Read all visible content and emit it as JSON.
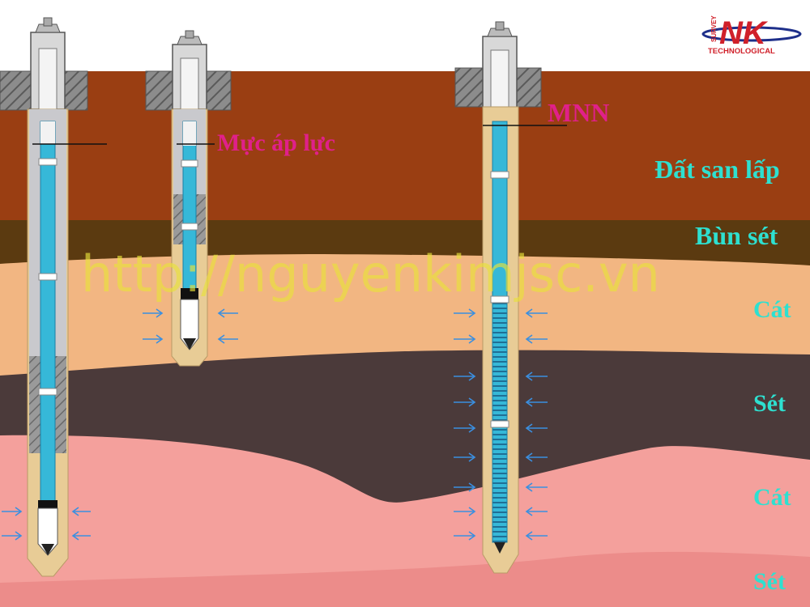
{
  "logo": {
    "mark": "NK",
    "vertical_text": "SURVEY",
    "subtitle": "TECHNOLOGICAL",
    "colors": {
      "red": "#d0202a",
      "blue": "#1e2f8a"
    }
  },
  "watermark": {
    "text": "http://nguyenkimjsc.vn",
    "color": "#e8e23a"
  },
  "water_labels": {
    "pressure_level": "Mực áp lực",
    "pressure_color": "#e0208a",
    "water_table": "MNN",
    "water_table_color": "#e0208a"
  },
  "layers": [
    {
      "name": "Đất san lấp",
      "color": "#9a3e12"
    },
    {
      "name": "Bùn sét",
      "color": "#5b3a10"
    },
    {
      "name": "Cát",
      "color": "#f2b682"
    },
    {
      "name": "Sét",
      "color": "#4b3a3a"
    },
    {
      "name": "Cát",
      "color": "#f4a09c"
    },
    {
      "name": "Sét",
      "color": "#ec8c8a"
    }
  ],
  "layer_label_color": "#2ee0d0",
  "arrow_color": "#3b8fe0",
  "pipe_colors": {
    "tube": "#36b8d8",
    "casing": "#c9c9cd",
    "grout": "#8a8a8a",
    "sand": "#e8cc96"
  }
}
